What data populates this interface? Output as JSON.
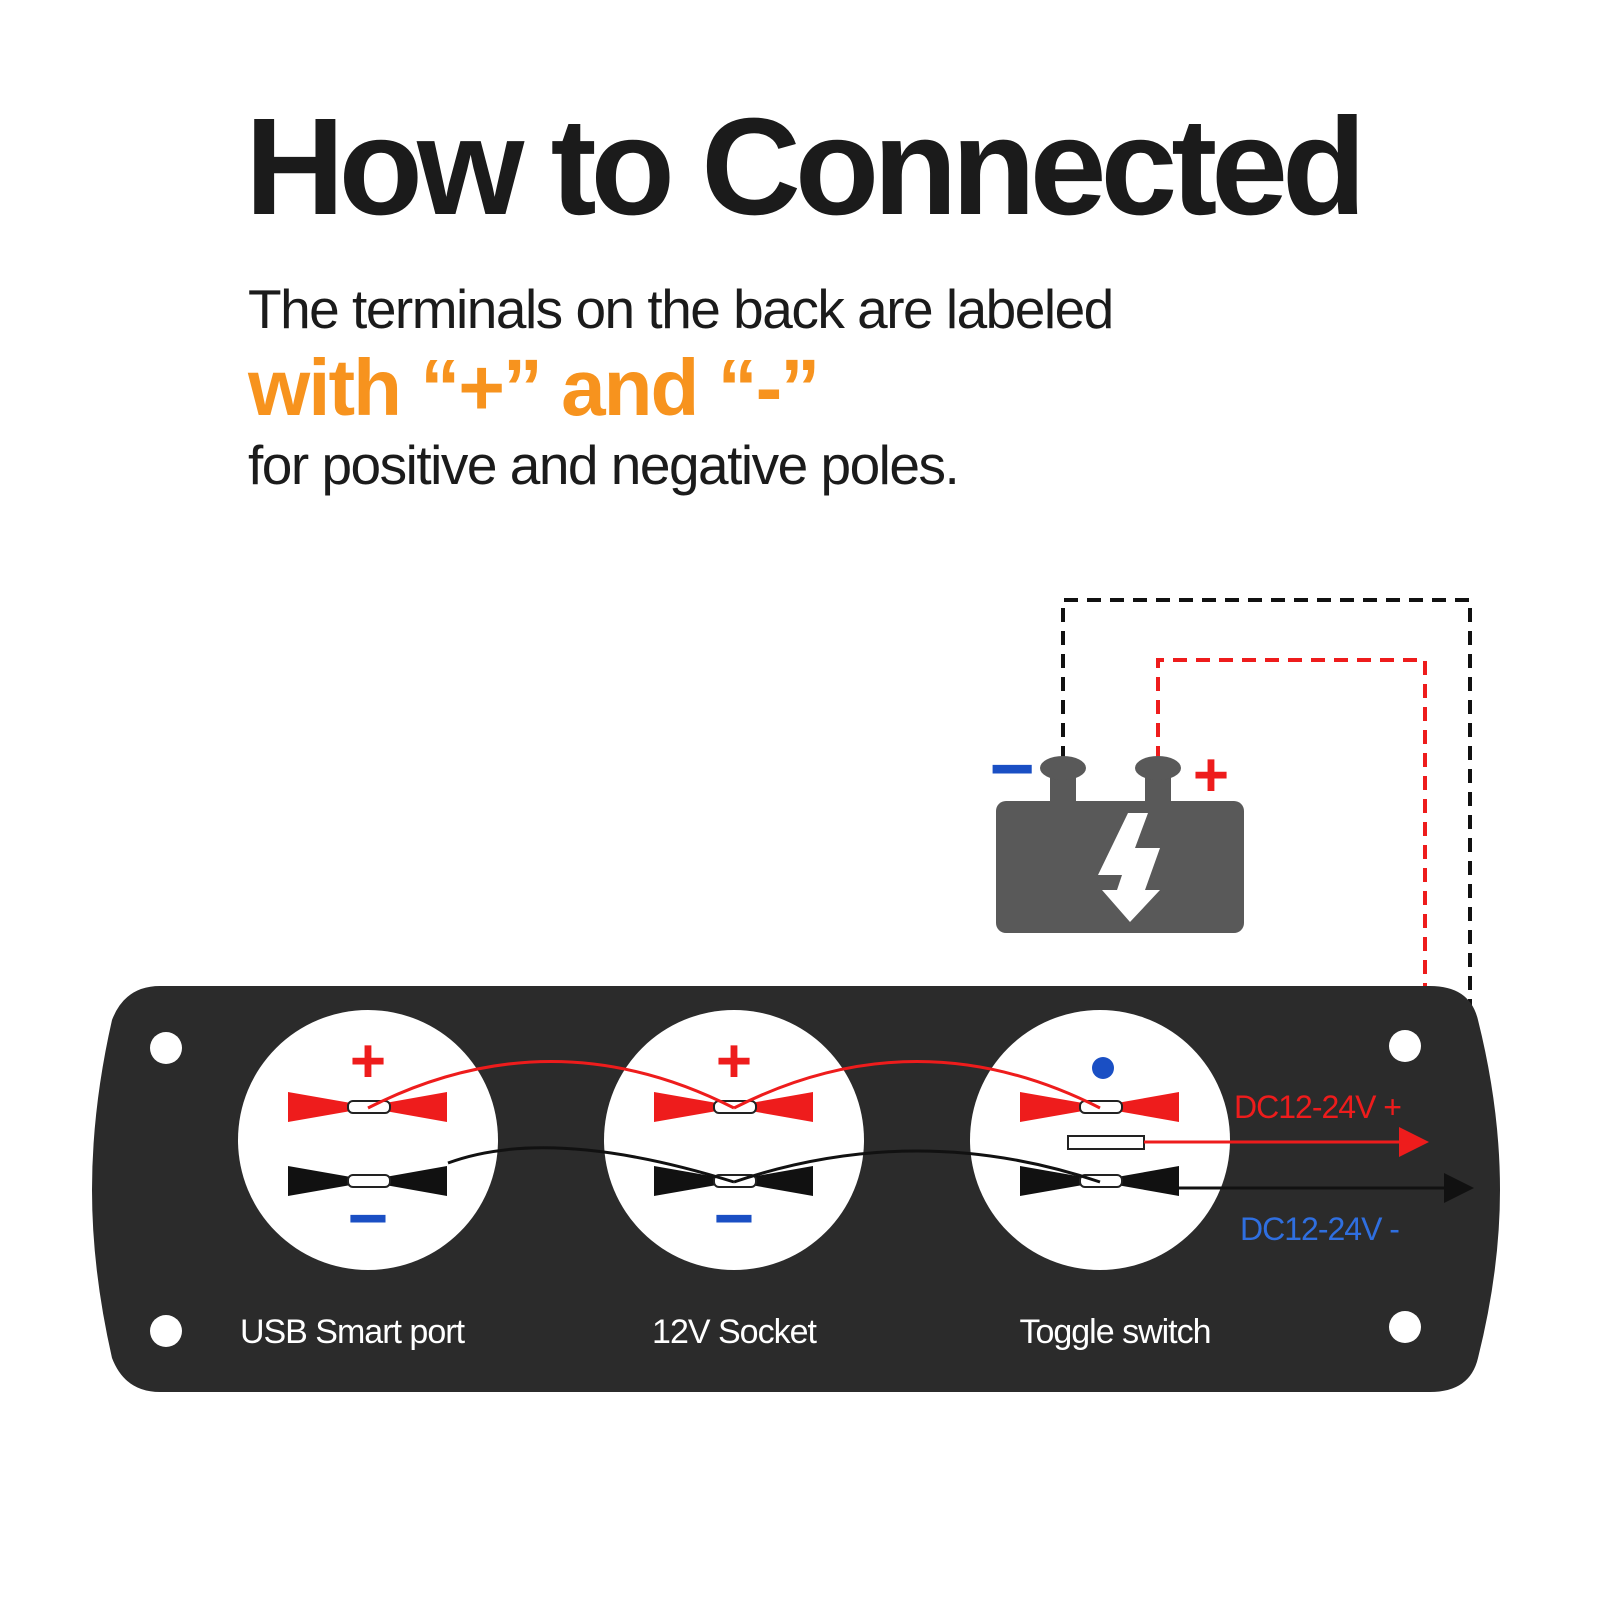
{
  "heading": {
    "title": "How to Connected",
    "line1": "The terminals on the back are labeled",
    "line2": "with “+” and “-”",
    "line3": "for positive and negative poles."
  },
  "panel": {
    "components": [
      {
        "label": "USB Smart port",
        "top_symbol": "+",
        "bottom_symbol": "−"
      },
      {
        "label": "12V Socket",
        "top_symbol": "+",
        "bottom_symbol": "−"
      },
      {
        "label": "Toggle switch",
        "top_symbol": "",
        "bottom_symbol": ""
      }
    ],
    "output_positive": "DC12-24V +",
    "output_negative": "DC12-24V -"
  },
  "battery": {
    "negative_symbol": "−",
    "positive_symbol": "+"
  },
  "colors": {
    "accent": "#f7931e",
    "positive": "#ee1c1c",
    "negative_symbol": "#1a4fc4",
    "negative_label": "#2f6fe0",
    "panel": "#2b2b2b",
    "battery": "#595959"
  }
}
